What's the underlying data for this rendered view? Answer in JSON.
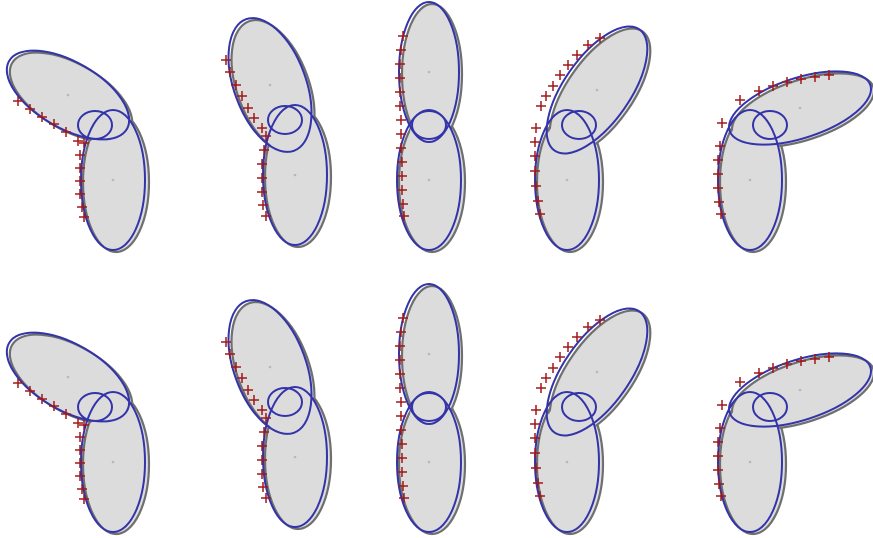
{
  "figure": {
    "rows": 2,
    "columns": 5,
    "colors": {
      "background": "#ffffff",
      "silhouette_fill": "#dcdcdc",
      "silhouette_edge": "#6f6f6f",
      "ellipse": "#3333aa",
      "marker": "#a01818"
    },
    "bend_angles_deg": [
      -55,
      -20,
      0,
      35,
      70
    ],
    "marker_glyph": "plus"
  }
}
